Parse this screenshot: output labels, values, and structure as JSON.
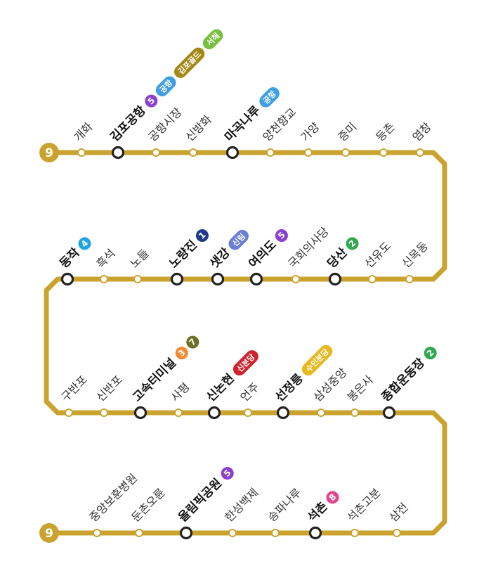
{
  "line": {
    "number": "9",
    "color": "#c9a32e",
    "end_start_label": "9",
    "end_finish_label": "9"
  },
  "badge_colors": {
    "1": "#1e3a8a",
    "2": "#2fa84f",
    "3": "#f28a2e",
    "4": "#1ea6e0",
    "5": "#8a3fd1",
    "7": "#6b7125",
    "8": "#e0468e",
    "공항": "#3f9fe0",
    "김포골드": "#a38a18",
    "서해": "#79bf3f",
    "신림": "#6a7fd6",
    "신분당": "#d0222c",
    "수인분당": "#e8b91e"
  },
  "rows": [
    {
      "stations": [
        {
          "name": "개화",
          "transfer": false,
          "badges": []
        },
        {
          "name": "김포공항",
          "transfer": true,
          "badges": [
            "5",
            "공항",
            "김포골드",
            "서해"
          ]
        },
        {
          "name": "공항시장",
          "transfer": false,
          "badges": []
        },
        {
          "name": "신방화",
          "transfer": false,
          "badges": []
        },
        {
          "name": "마곡나루",
          "transfer": true,
          "badges": [
            "공항"
          ]
        },
        {
          "name": "양천향교",
          "transfer": false,
          "badges": []
        },
        {
          "name": "가양",
          "transfer": false,
          "badges": []
        },
        {
          "name": "증미",
          "transfer": false,
          "badges": []
        },
        {
          "name": "등촌",
          "transfer": false,
          "badges": []
        },
        {
          "name": "염창",
          "transfer": false,
          "badges": []
        }
      ]
    },
    {
      "stations": [
        {
          "name": "동작",
          "transfer": true,
          "badges": [
            "4"
          ]
        },
        {
          "name": "흑석",
          "transfer": false,
          "badges": []
        },
        {
          "name": "노들",
          "transfer": false,
          "badges": []
        },
        {
          "name": "노량진",
          "transfer": true,
          "badges": [
            "1"
          ]
        },
        {
          "name": "샛강",
          "transfer": true,
          "badges": [
            "신림"
          ]
        },
        {
          "name": "여의도",
          "transfer": true,
          "badges": [
            "5"
          ]
        },
        {
          "name": "국회의사당",
          "transfer": false,
          "badges": []
        },
        {
          "name": "당산",
          "transfer": true,
          "badges": [
            "2"
          ]
        },
        {
          "name": "선유도",
          "transfer": false,
          "badges": []
        },
        {
          "name": "신목동",
          "transfer": false,
          "badges": []
        }
      ]
    },
    {
      "stations": [
        {
          "name": "구반포",
          "transfer": false,
          "badges": []
        },
        {
          "name": "신반포",
          "transfer": false,
          "badges": []
        },
        {
          "name": "고속터미널",
          "transfer": true,
          "badges": [
            "3",
            "7"
          ]
        },
        {
          "name": "사평",
          "transfer": false,
          "badges": []
        },
        {
          "name": "신논현",
          "transfer": true,
          "badges": [
            "신분당"
          ]
        },
        {
          "name": "언주",
          "transfer": false,
          "badges": []
        },
        {
          "name": "선정릉",
          "transfer": true,
          "badges": [
            "수인분당"
          ]
        },
        {
          "name": "삼성중앙",
          "transfer": false,
          "badges": []
        },
        {
          "name": "봉은사",
          "transfer": false,
          "badges": []
        },
        {
          "name": "종합운동장",
          "transfer": true,
          "badges": [
            "2"
          ]
        }
      ]
    },
    {
      "stations": [
        {
          "name": "중앙보훈병원",
          "transfer": false,
          "badges": []
        },
        {
          "name": "둔촌오륜",
          "transfer": false,
          "badges": []
        },
        {
          "name": "올림픽공원",
          "transfer": true,
          "badges": [
            "5"
          ]
        },
        {
          "name": "한성백제",
          "transfer": false,
          "badges": []
        },
        {
          "name": "송파나루",
          "transfer": false,
          "badges": []
        },
        {
          "name": "석촌",
          "transfer": true,
          "badges": [
            "8"
          ]
        },
        {
          "name": "석촌고분",
          "transfer": false,
          "badges": []
        },
        {
          "name": "삼전",
          "transfer": false,
          "badges": []
        }
      ]
    }
  ]
}
